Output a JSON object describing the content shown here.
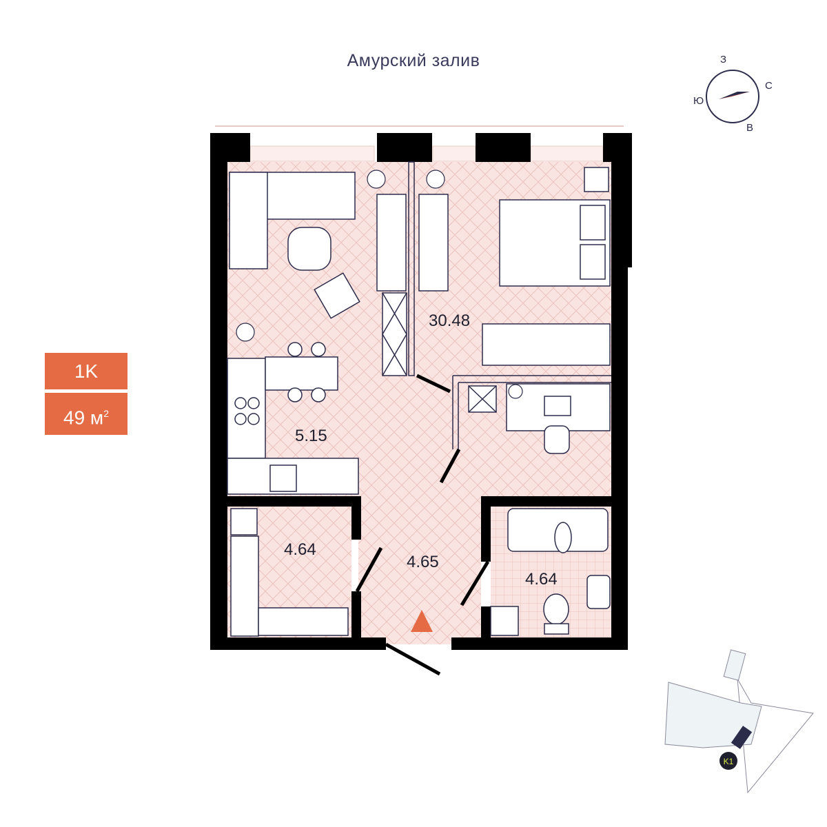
{
  "header": {
    "title": "Амурский залив"
  },
  "apartment": {
    "type": "1K",
    "area_value": "49 м",
    "area_unit_exp": "2"
  },
  "rooms": [
    {
      "label": "30.48"
    },
    {
      "label": "5.15"
    },
    {
      "label": "4.64"
    },
    {
      "label": "4.65"
    },
    {
      "label": "4.64"
    }
  ],
  "compass": {
    "north": "З",
    "east": "С",
    "south": "В",
    "west": "Ю"
  },
  "site_plan": {
    "building_label": "K1"
  },
  "colors": {
    "accent": "#e56b45",
    "floor": "#f9e4e1",
    "wall": "#000000",
    "ink": "#2b2b4a"
  }
}
